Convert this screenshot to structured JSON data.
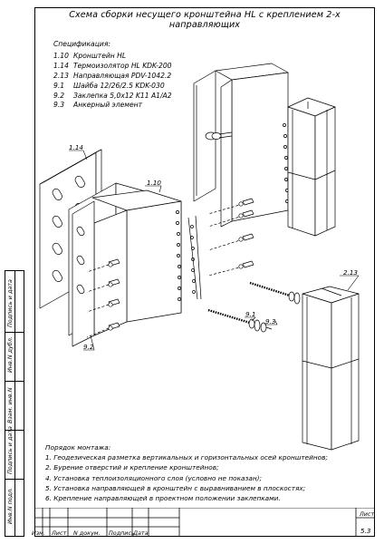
{
  "title": "Схема сборки несущего кронштейна HL с креплением 2-х направляющих",
  "specification": {
    "header": "Спецификация:",
    "items": [
      {
        "code": "1.10",
        "name": "Кронштейн HL"
      },
      {
        "code": "1.14",
        "name": "Термоизолятор HL KDK-200"
      },
      {
        "code": "2.13",
        "name": "Направляющая PDV-1042.2"
      },
      {
        "code": "9.1",
        "name": "Шайба 12/26/2.5 KDK-030"
      },
      {
        "code": "9.2",
        "name": "Заклепка 5,0x12 K11 A1/A2"
      },
      {
        "code": "9.3",
        "name": "Анкерный элемент"
      }
    ]
  },
  "callouts": {
    "c114": "1.14",
    "c110": "1.10",
    "c213": "2.13",
    "c91": "9.1",
    "c93": "9.3",
    "c92": "9.2"
  },
  "procedure": {
    "header": "Порядок монтажа:",
    "steps": [
      "1. Геодезическая разметка вертикальных и горизонтальных осей кронштейнов;",
      "2. Бурение отверстий и крепление кронштейнов;",
      "4. Установка теплоизоляционного слоя (условно не показан);",
      "5. Установка направляющей в кронштейн с выравниванием в плоскостях;",
      "6. Крепление направляющей в проектном положении заклепками."
    ]
  },
  "side_stamp": {
    "sign_date_1": "Подпись и дата",
    "inv_dubl": "Инв.N дубл.",
    "vzam_inv": "Взам. инв.N",
    "sign_date_2": "Подпись и дата",
    "inv_podl": "Инв.N подл."
  },
  "stamp": {
    "izm": "Изм.",
    "list": "Лист",
    "n_dokum": "N докум.",
    "podpis": "Подпись",
    "data": "Дата",
    "sheet_label": "Лист",
    "sheet_number": "5.3"
  }
}
